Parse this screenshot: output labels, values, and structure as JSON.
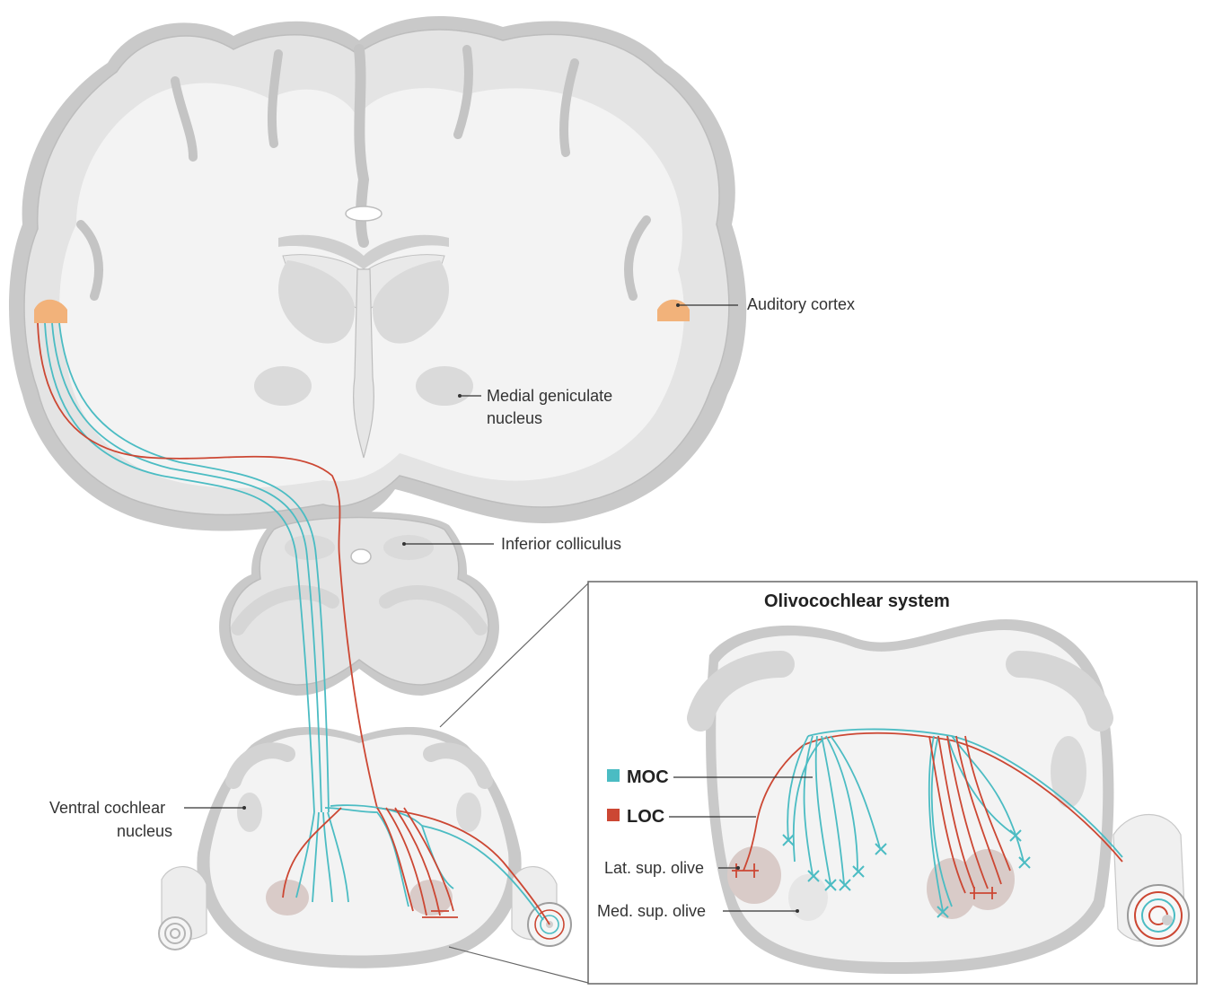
{
  "labels": {
    "auditory_cortex": "Auditory cortex",
    "medial_geniculate_line1": "Medial geniculate",
    "medial_geniculate_line2": "nucleus",
    "inferior_colliculus": "Inferior colliculus",
    "ventral_cochlear_line1": "Ventral cochlear",
    "ventral_cochlear_line2": "nucleus",
    "inset_title": "Olivocochlear system",
    "legend_moc": "MOC",
    "legend_loc": "LOC",
    "lat_sup_olive": "Lat. sup. olive",
    "med_sup_olive": "Med. sup. olive"
  },
  "colors": {
    "moc": "#4bbcc3",
    "loc": "#cc4733",
    "auditory_cortex": "#f2b27a",
    "tissue_outline": "#c9c9c9",
    "tissue_fill": "#f3f3f3",
    "nucleus_grey": "#dadada",
    "olive_tint": "#d9cbc8"
  },
  "icons": [
    "brain-coronal-section",
    "midbrain-section",
    "brainstem-section",
    "cochlea-icon",
    "zoom-inset-frame"
  ]
}
